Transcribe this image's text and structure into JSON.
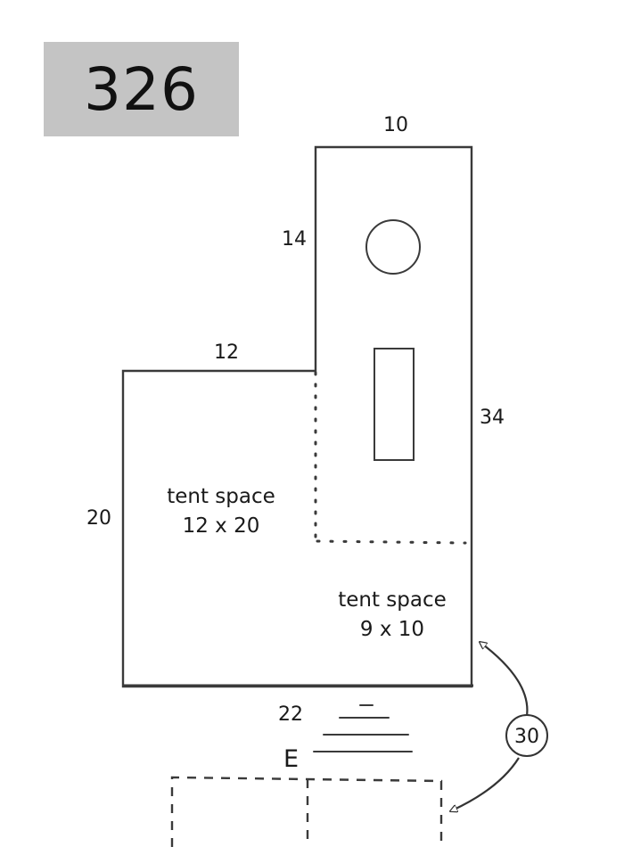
{
  "site": {
    "number": "326"
  },
  "dimensions": {
    "top_width": "10",
    "upper_left_height": "14",
    "ledge_width": "12",
    "right_height": "34",
    "left_height": "20",
    "bottom_width": "22",
    "driveway_length": "30"
  },
  "tent_space_1": {
    "title": "tent space",
    "size": "12 x 20"
  },
  "tent_space_2": {
    "title": "tent space",
    "size": "9 x 10"
  },
  "compass": {
    "entrance_marker": "E"
  },
  "colors": {
    "badge_background": "#c4c4c4",
    "line": "#3a3a3a"
  },
  "icons": {
    "fire_ring": "circle",
    "picnic_table": "rectangle",
    "parking_pad": "dashed-rectangle",
    "driveway_arrow": "curved-double-arrow"
  }
}
